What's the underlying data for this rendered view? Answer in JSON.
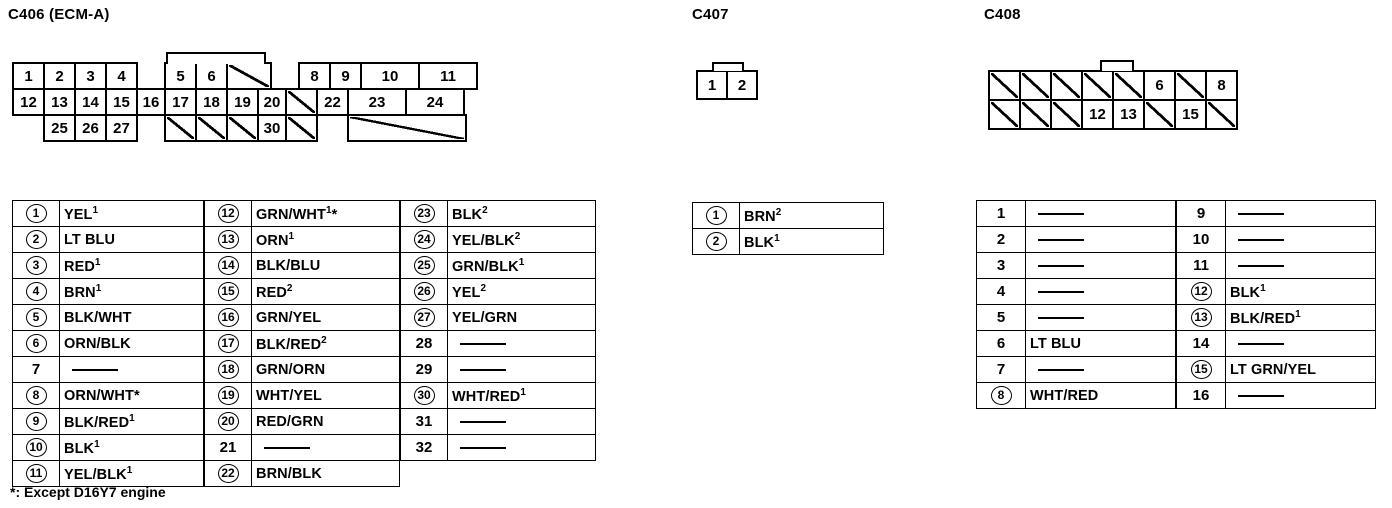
{
  "connectors": [
    {
      "id": "c406",
      "title": "C406 (ECM-A)",
      "terminals": [
        {
          "pin": "1",
          "circled": true,
          "color": "YEL",
          "sup": "1",
          "star": false
        },
        {
          "pin": "2",
          "circled": true,
          "color": "LT BLU",
          "sup": "",
          "star": false
        },
        {
          "pin": "3",
          "circled": true,
          "color": "RED",
          "sup": "1",
          "star": false
        },
        {
          "pin": "4",
          "circled": true,
          "color": "BRN",
          "sup": "1",
          "star": false
        },
        {
          "pin": "5",
          "circled": true,
          "color": "BLK/WHT",
          "sup": "",
          "star": false
        },
        {
          "pin": "6",
          "circled": true,
          "color": "ORN/BLK",
          "sup": "",
          "star": false
        },
        {
          "pin": "7",
          "circled": false,
          "color": "",
          "sup": "",
          "star": false
        },
        {
          "pin": "8",
          "circled": true,
          "color": "ORN/WHT",
          "sup": "",
          "star": true
        },
        {
          "pin": "9",
          "circled": true,
          "color": "BLK/RED",
          "sup": "1",
          "star": false
        },
        {
          "pin": "10",
          "circled": true,
          "color": "BLK",
          "sup": "1",
          "star": false
        },
        {
          "pin": "11",
          "circled": true,
          "color": "YEL/BLK",
          "sup": "1",
          "star": false
        },
        {
          "pin": "12",
          "circled": true,
          "color": "GRN/WHT",
          "sup": "1",
          "star": true
        },
        {
          "pin": "13",
          "circled": true,
          "color": "ORN",
          "sup": "1",
          "star": false
        },
        {
          "pin": "14",
          "circled": true,
          "color": "BLK/BLU",
          "sup": "",
          "star": false
        },
        {
          "pin": "15",
          "circled": true,
          "color": "RED",
          "sup": "2",
          "star": false
        },
        {
          "pin": "16",
          "circled": true,
          "color": "GRN/YEL",
          "sup": "",
          "star": false
        },
        {
          "pin": "17",
          "circled": true,
          "color": "BLK/RED",
          "sup": "2",
          "star": false
        },
        {
          "pin": "18",
          "circled": true,
          "color": "GRN/ORN",
          "sup": "",
          "star": false
        },
        {
          "pin": "19",
          "circled": true,
          "color": "WHT/YEL",
          "sup": "",
          "star": false
        },
        {
          "pin": "20",
          "circled": true,
          "color": "RED/GRN",
          "sup": "",
          "star": false
        },
        {
          "pin": "21",
          "circled": false,
          "color": "",
          "sup": "",
          "star": false
        },
        {
          "pin": "22",
          "circled": true,
          "color": "BRN/BLK",
          "sup": "",
          "star": false
        },
        {
          "pin": "23",
          "circled": true,
          "color": "BLK",
          "sup": "2",
          "star": false
        },
        {
          "pin": "24",
          "circled": true,
          "color": "YEL/BLK",
          "sup": "2",
          "star": false
        },
        {
          "pin": "25",
          "circled": true,
          "color": "GRN/BLK",
          "sup": "1",
          "star": false
        },
        {
          "pin": "26",
          "circled": true,
          "color": "YEL",
          "sup": "2",
          "star": false
        },
        {
          "pin": "27",
          "circled": true,
          "color": "YEL/GRN",
          "sup": "",
          "star": false
        },
        {
          "pin": "28",
          "circled": false,
          "color": "",
          "sup": "",
          "star": false
        },
        {
          "pin": "29",
          "circled": false,
          "color": "",
          "sup": "",
          "star": false
        },
        {
          "pin": "30",
          "circled": true,
          "color": "WHT/RED",
          "sup": "1",
          "star": false
        },
        {
          "pin": "31",
          "circled": false,
          "color": "",
          "sup": "",
          "star": false
        },
        {
          "pin": "32",
          "circled": false,
          "color": "",
          "sup": "",
          "star": false
        }
      ]
    },
    {
      "id": "c407",
      "title": "C407",
      "terminals": [
        {
          "pin": "1",
          "circled": true,
          "color": "BRN",
          "sup": "2",
          "star": false
        },
        {
          "pin": "2",
          "circled": true,
          "color": "BLK",
          "sup": "1",
          "star": false
        }
      ]
    },
    {
      "id": "c408",
      "title": "C408",
      "terminals": [
        {
          "pin": "1",
          "circled": false,
          "color": "",
          "sup": "",
          "star": false
        },
        {
          "pin": "2",
          "circled": false,
          "color": "",
          "sup": "",
          "star": false
        },
        {
          "pin": "3",
          "circled": false,
          "color": "",
          "sup": "",
          "star": false
        },
        {
          "pin": "4",
          "circled": false,
          "color": "",
          "sup": "",
          "star": false
        },
        {
          "pin": "5",
          "circled": false,
          "color": "",
          "sup": "",
          "star": false
        },
        {
          "pin": "6",
          "circled": false,
          "color": "LT BLU",
          "sup": "",
          "star": false
        },
        {
          "pin": "7",
          "circled": false,
          "color": "",
          "sup": "",
          "star": false
        },
        {
          "pin": "8",
          "circled": true,
          "color": "WHT/RED",
          "sup": "",
          "star": false
        },
        {
          "pin": "9",
          "circled": false,
          "color": "",
          "sup": "",
          "star": false
        },
        {
          "pin": "10",
          "circled": false,
          "color": "",
          "sup": "",
          "star": false
        },
        {
          "pin": "11",
          "circled": false,
          "color": "",
          "sup": "",
          "star": false
        },
        {
          "pin": "12",
          "circled": true,
          "color": "BLK",
          "sup": "1",
          "star": false
        },
        {
          "pin": "13",
          "circled": true,
          "color": "BLK/RED",
          "sup": "1",
          "star": false
        },
        {
          "pin": "14",
          "circled": false,
          "color": "",
          "sup": "",
          "star": false
        },
        {
          "pin": "15",
          "circled": true,
          "color": "LT GRN/YEL",
          "sup": "",
          "star": false
        },
        {
          "pin": "16",
          "circled": false,
          "color": "",
          "sup": "",
          "star": false
        }
      ]
    }
  ],
  "pinfaces": {
    "c406": {
      "rows": [
        [
          {
            "label": "1",
            "w": 33,
            "state": "num"
          },
          {
            "label": "2",
            "w": 33,
            "state": "num"
          },
          {
            "label": "3",
            "w": 33,
            "state": "num"
          },
          {
            "label": "4",
            "w": 33,
            "state": "num"
          },
          {
            "label": "",
            "w": 30,
            "state": "ghost"
          },
          {
            "label": "5",
            "w": 33,
            "state": "num"
          },
          {
            "label": "6",
            "w": 33,
            "state": "num"
          },
          {
            "label": "",
            "w": 46,
            "state": "slash"
          },
          {
            "label": "",
            "w": 30,
            "state": "ghost"
          },
          {
            "label": "8",
            "w": 33,
            "state": "num"
          },
          {
            "label": "9",
            "w": 33,
            "state": "num"
          },
          {
            "label": "10",
            "w": 60,
            "state": "num"
          },
          {
            "label": "11",
            "w": 60,
            "state": "num"
          }
        ],
        [
          {
            "label": "12",
            "w": 33,
            "state": "num"
          },
          {
            "label": "13",
            "w": 33,
            "state": "num"
          },
          {
            "label": "14",
            "w": 33,
            "state": "num"
          },
          {
            "label": "15",
            "w": 33,
            "state": "num"
          },
          {
            "label": "16",
            "w": 30,
            "state": "num"
          },
          {
            "label": "17",
            "w": 33,
            "state": "num"
          },
          {
            "label": "18",
            "w": 33,
            "state": "num"
          },
          {
            "label": "19",
            "w": 33,
            "state": "num"
          },
          {
            "label": "20",
            "w": 30,
            "state": "num"
          },
          {
            "label": "",
            "w": 33,
            "state": "slash"
          },
          {
            "label": "22",
            "w": 33,
            "state": "num"
          },
          {
            "label": "23",
            "w": 60,
            "state": "num"
          },
          {
            "label": "24",
            "w": 60,
            "state": "num"
          }
        ],
        [
          {
            "label": "",
            "w": 33,
            "state": "ghost"
          },
          {
            "label": "25",
            "w": 33,
            "state": "num"
          },
          {
            "label": "26",
            "w": 33,
            "state": "num"
          },
          {
            "label": "27",
            "w": 33,
            "state": "num"
          },
          {
            "label": "",
            "w": 30,
            "state": "ghost"
          },
          {
            "label": "",
            "w": 33,
            "state": "slash"
          },
          {
            "label": "",
            "w": 33,
            "state": "slash"
          },
          {
            "label": "",
            "w": 33,
            "state": "slash"
          },
          {
            "label": "30",
            "w": 30,
            "state": "num"
          },
          {
            "label": "",
            "w": 33,
            "state": "slash"
          },
          {
            "label": "",
            "w": 33,
            "state": "ghost"
          },
          {
            "label": "",
            "w": 120,
            "state": "wideslash"
          }
        ]
      ]
    },
    "c407": {
      "rows": [
        [
          {
            "label": "1",
            "w": 32,
            "state": "num"
          },
          {
            "label": "2",
            "w": 32,
            "state": "num"
          }
        ]
      ]
    },
    "c408": {
      "rows": [
        [
          {
            "label": "",
            "w": 33,
            "state": "slash"
          },
          {
            "label": "",
            "w": 33,
            "state": "slash"
          },
          {
            "label": "",
            "w": 33,
            "state": "slash"
          },
          {
            "label": "",
            "w": 33,
            "state": "slash"
          },
          {
            "label": "",
            "w": 33,
            "state": "slash"
          },
          {
            "label": "6",
            "w": 33,
            "state": "num"
          },
          {
            "label": "",
            "w": 33,
            "state": "slash"
          },
          {
            "label": "8",
            "w": 33,
            "state": "num"
          }
        ],
        [
          {
            "label": "",
            "w": 33,
            "state": "slash"
          },
          {
            "label": "",
            "w": 33,
            "state": "slash"
          },
          {
            "label": "",
            "w": 33,
            "state": "slash"
          },
          {
            "label": "12",
            "w": 33,
            "state": "num"
          },
          {
            "label": "13",
            "w": 33,
            "state": "num"
          },
          {
            "label": "",
            "w": 33,
            "state": "slash"
          },
          {
            "label": "15",
            "w": 33,
            "state": "num"
          },
          {
            "label": "",
            "w": 33,
            "state": "slash"
          }
        ]
      ]
    }
  },
  "footnote": "*: Except D16Y7 engine"
}
